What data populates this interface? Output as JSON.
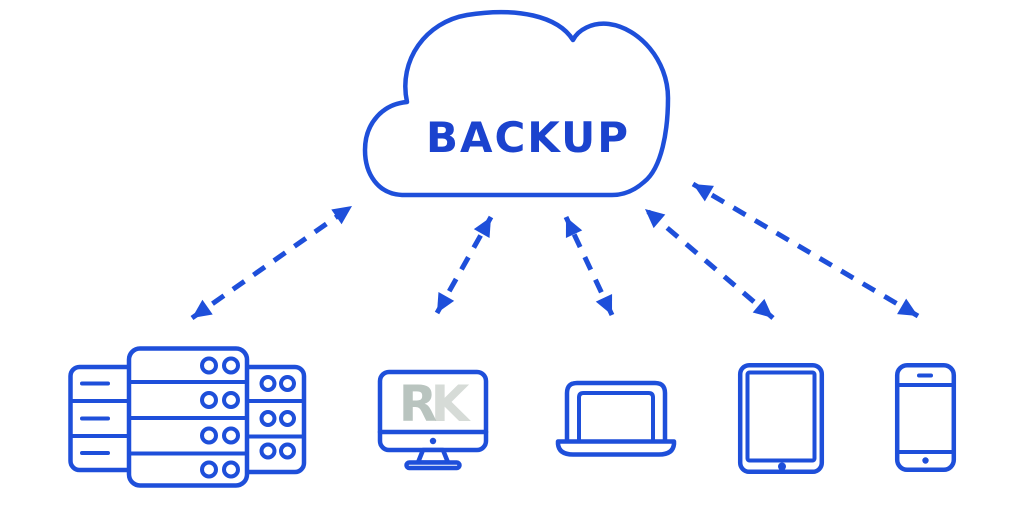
{
  "cloud": {
    "label": "BACKUP"
  },
  "monitor_watermark": {
    "letter_r": "R",
    "letter_k": "K"
  },
  "devices": [
    {
      "icon": "server-icon"
    },
    {
      "icon": "desktop-monitor-icon"
    },
    {
      "icon": "laptop-icon"
    },
    {
      "icon": "tablet-icon"
    },
    {
      "icon": "smartphone-icon"
    }
  ],
  "connections": [
    {
      "from": "cloud",
      "to": "server",
      "style": "dashed",
      "bidirectional": true
    },
    {
      "from": "cloud",
      "to": "desktop-monitor",
      "style": "dashed",
      "bidirectional": true
    },
    {
      "from": "cloud",
      "to": "laptop",
      "style": "dashed",
      "bidirectional": true
    },
    {
      "from": "cloud",
      "to": "tablet",
      "style": "dashed",
      "bidirectional": true
    },
    {
      "from": "cloud",
      "to": "smartphone",
      "style": "dashed",
      "bidirectional": true
    }
  ],
  "colors": {
    "accent_blue": "#1e4fda",
    "label_blue": "#1b43ce",
    "watermark_dark": "#b9c4bf",
    "watermark_light": "#d6dbd7",
    "background": "#ffffff"
  }
}
